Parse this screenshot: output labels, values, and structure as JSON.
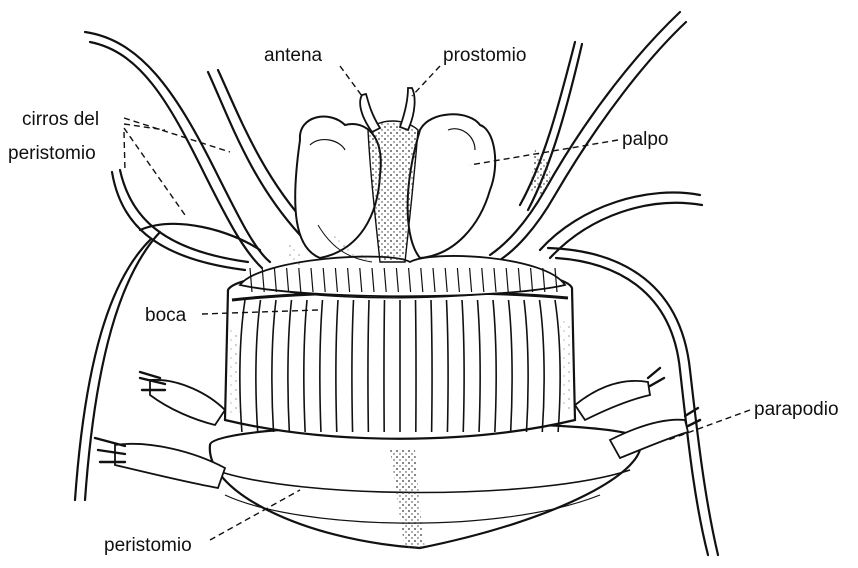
{
  "labels": {
    "antena": "antena",
    "prostomio": "prostomio",
    "cirros_line1": "cirros del",
    "cirros_line2": "peristomio",
    "palpo": "palpo",
    "boca": "boca",
    "parapodio": "parapodio",
    "peristomio": "peristomio"
  },
  "colors": {
    "ink": "#111111",
    "paper": "#ffffff",
    "stipple": "#333333"
  }
}
